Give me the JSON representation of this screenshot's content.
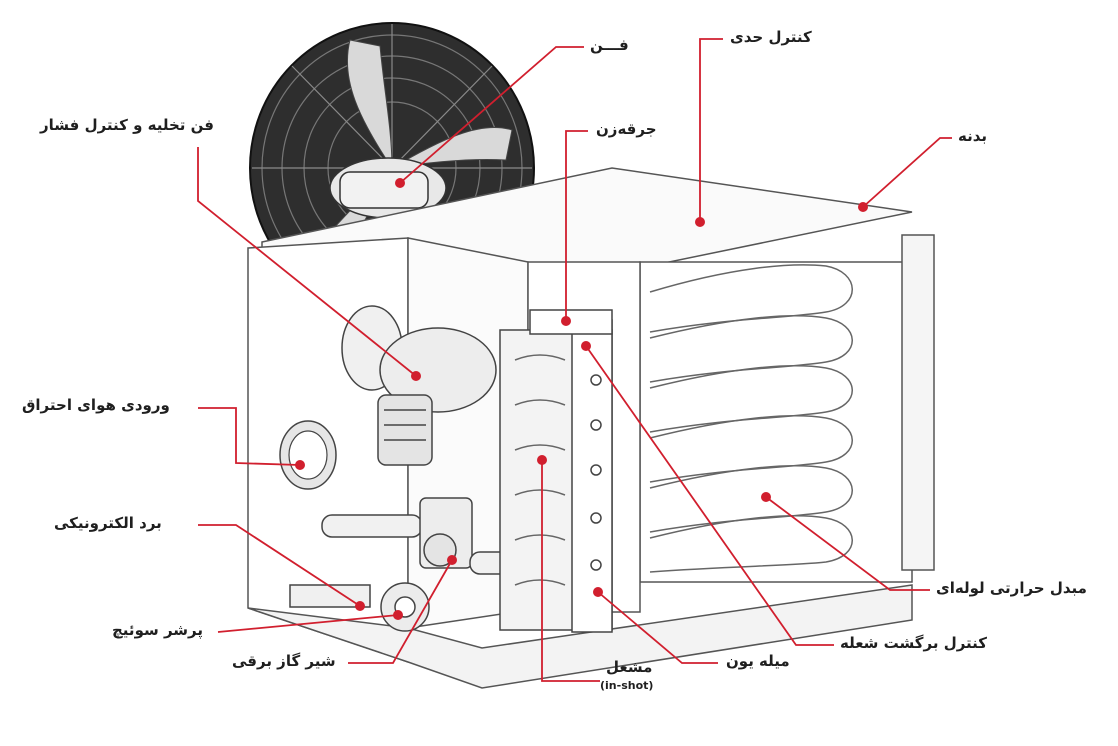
{
  "labels": {
    "fan": "فـــن",
    "limit_control": "کنترل حدی",
    "exhaust_fan": "فن تخلیه و کنترل فشار",
    "igniter": "جرقه‌زن",
    "body": "بدنه",
    "combustion_inlet": "ورودی هوای احتراق",
    "electronic_board": "برد الکترونیکی",
    "heat_exchanger": "مبدل حرارتی لوله‌ای",
    "pressure_switch": "پرشر سوئیچ",
    "gas_valve": "شیر گاز برقی",
    "flame_control": "کنترل برگشت شعله",
    "ion_rod": "میله یون",
    "burner": "مشعل",
    "burner_sub": "(in-shot)"
  },
  "colors": {
    "leader": "#d11f2e",
    "outline": "#555555",
    "fan_dark": "#2a2a2a"
  }
}
